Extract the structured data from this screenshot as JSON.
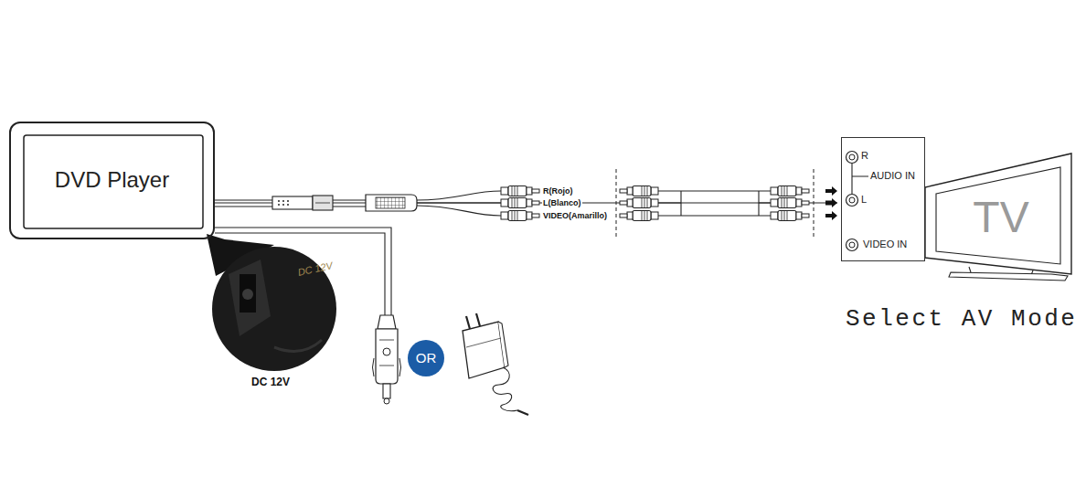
{
  "diagram": {
    "nodes": [
      {
        "text": [
          "DVD Player"
        ]
      },
      {
        "text": [
          "OR"
        ]
      },
      {
        "text": [
          "R",
          "AUDIO IN",
          "L",
          "VIDEO IN"
        ]
      },
      {
        "text": [
          "TV"
        ]
      }
    ],
    "edges": [
      {
        "from": 0,
        "to": 2,
        "arrow": "to"
      }
    ],
    "labels": [
      "R(Rojo)",
      "L(Blanco)",
      "VIDEO(Amarillo)",
      "DC 12V",
      "DC 12V",
      "Select AV Mode"
    ]
  }
}
